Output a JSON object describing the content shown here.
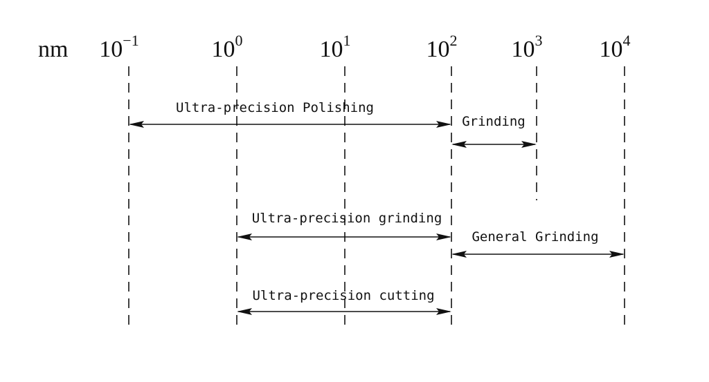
{
  "axis": {
    "unit": "nm",
    "ticks": [
      {
        "base": "10",
        "exp": "−1",
        "value": 0.1
      },
      {
        "base": "10",
        "exp": "0",
        "value": 1
      },
      {
        "base": "10",
        "exp": "1",
        "value": 10
      },
      {
        "base": "10",
        "exp": "2",
        "value": 100
      },
      {
        "base": "10",
        "exp": "3",
        "value": 1000
      },
      {
        "base": "10",
        "exp": "4",
        "value": 10000
      }
    ]
  },
  "ranges": [
    {
      "label": "Ultra-precision Polishing",
      "from": 0.1,
      "to": 100
    },
    {
      "label": "Grinding",
      "from": 100,
      "to": 1000
    },
    {
      "label": "Ultra-precision grinding",
      "from": 1,
      "to": 100
    },
    {
      "label": "General Grinding",
      "from": 100,
      "to": 10000
    },
    {
      "label": "Ultra-precision cutting",
      "from": 1,
      "to": 100
    }
  ],
  "colors": {
    "ink": "#111111",
    "background": "#ffffff"
  }
}
